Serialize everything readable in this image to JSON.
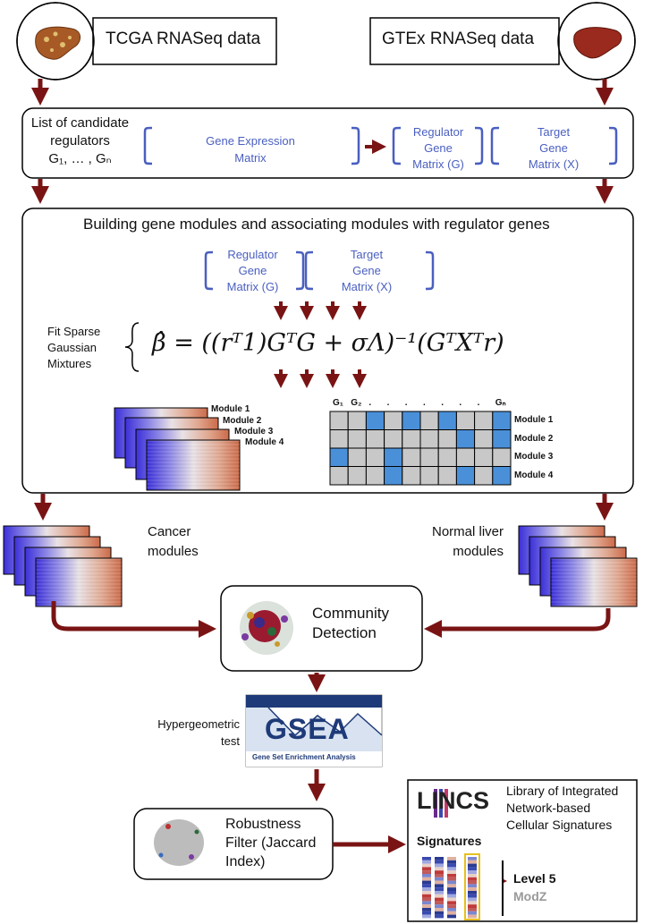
{
  "sources": {
    "tcga": {
      "label": "TCGA RNASeq data",
      "icon": "liver-tumor-icon"
    },
    "gtex": {
      "label": "GTEx RNASeq data",
      "icon": "liver-icon"
    }
  },
  "step1": {
    "candidates_line1": "List of candidate",
    "candidates_line2": "regulators",
    "candidates_line3": "G₁, … , Gₙ",
    "gene_expr_line1": "Gene Expression",
    "gene_expr_line2": "Matrix",
    "regulator_line1": "Regulator",
    "regulator_line2": "Gene",
    "regulator_line3": "Matrix (G)",
    "target_line1": "Target",
    "target_line2": "Gene",
    "target_line3": "Matrix (X)"
  },
  "step2": {
    "title": "Building gene modules and associating modules with regulator genes",
    "regulator_line1": "Regulator",
    "regulator_line2": "Gene",
    "regulator_line3": "Matrix (G)",
    "target_line1": "Target",
    "target_line2": "Gene",
    "target_line3": "Matrix (X)",
    "fit_line1": "Fit Sparse",
    "fit_line2": "Gaussian",
    "fit_line3": "Mixtures",
    "equation": "β̂ = ((rᵀ1)GᵀG + σΛ)⁻¹(GᵀXᵀr)",
    "modules": [
      "Module 1",
      "Module 2",
      "Module 3",
      "Module 4"
    ],
    "grid_headers": [
      "G₁",
      "G₂",
      ".",
      ".",
      ".",
      ".",
      ".",
      ".",
      ".",
      "Gₙ"
    ],
    "grid_rows": [
      [
        0,
        0,
        1,
        0,
        1,
        0,
        1,
        0,
        0,
        1
      ],
      [
        0,
        0,
        0,
        0,
        0,
        0,
        0,
        1,
        0,
        1
      ],
      [
        1,
        0,
        0,
        1,
        0,
        0,
        0,
        0,
        0,
        0
      ],
      [
        0,
        0,
        0,
        1,
        0,
        0,
        0,
        1,
        0,
        1
      ]
    ],
    "colors": {
      "on": "#4a90d9",
      "off": "#c8c8c8"
    }
  },
  "cancer_label_line1": "Cancer",
  "cancer_label_line2": "modules",
  "normal_label_line1": "Normal liver",
  "normal_label_line2": "modules",
  "community": {
    "line1": "Community",
    "line2": "Detection"
  },
  "hypergeometric": {
    "line1": "Hypergeometric",
    "line2": "test"
  },
  "gsea": {
    "logo": "GSEA",
    "caption": "Gene Set Enrichment Analysis"
  },
  "robustness": {
    "line1": "Robustness",
    "line2": "Filter (Jaccard",
    "line3": "Index)"
  },
  "lincs": {
    "logo": "LINCS",
    "desc_line1": "Library of Integrated",
    "desc_line2": "Network-based",
    "desc_line3": "Cellular Signatures",
    "signatures": "Signatures",
    "level": "Level 5",
    "modz": "ModZ"
  },
  "accent": "#7a1414"
}
